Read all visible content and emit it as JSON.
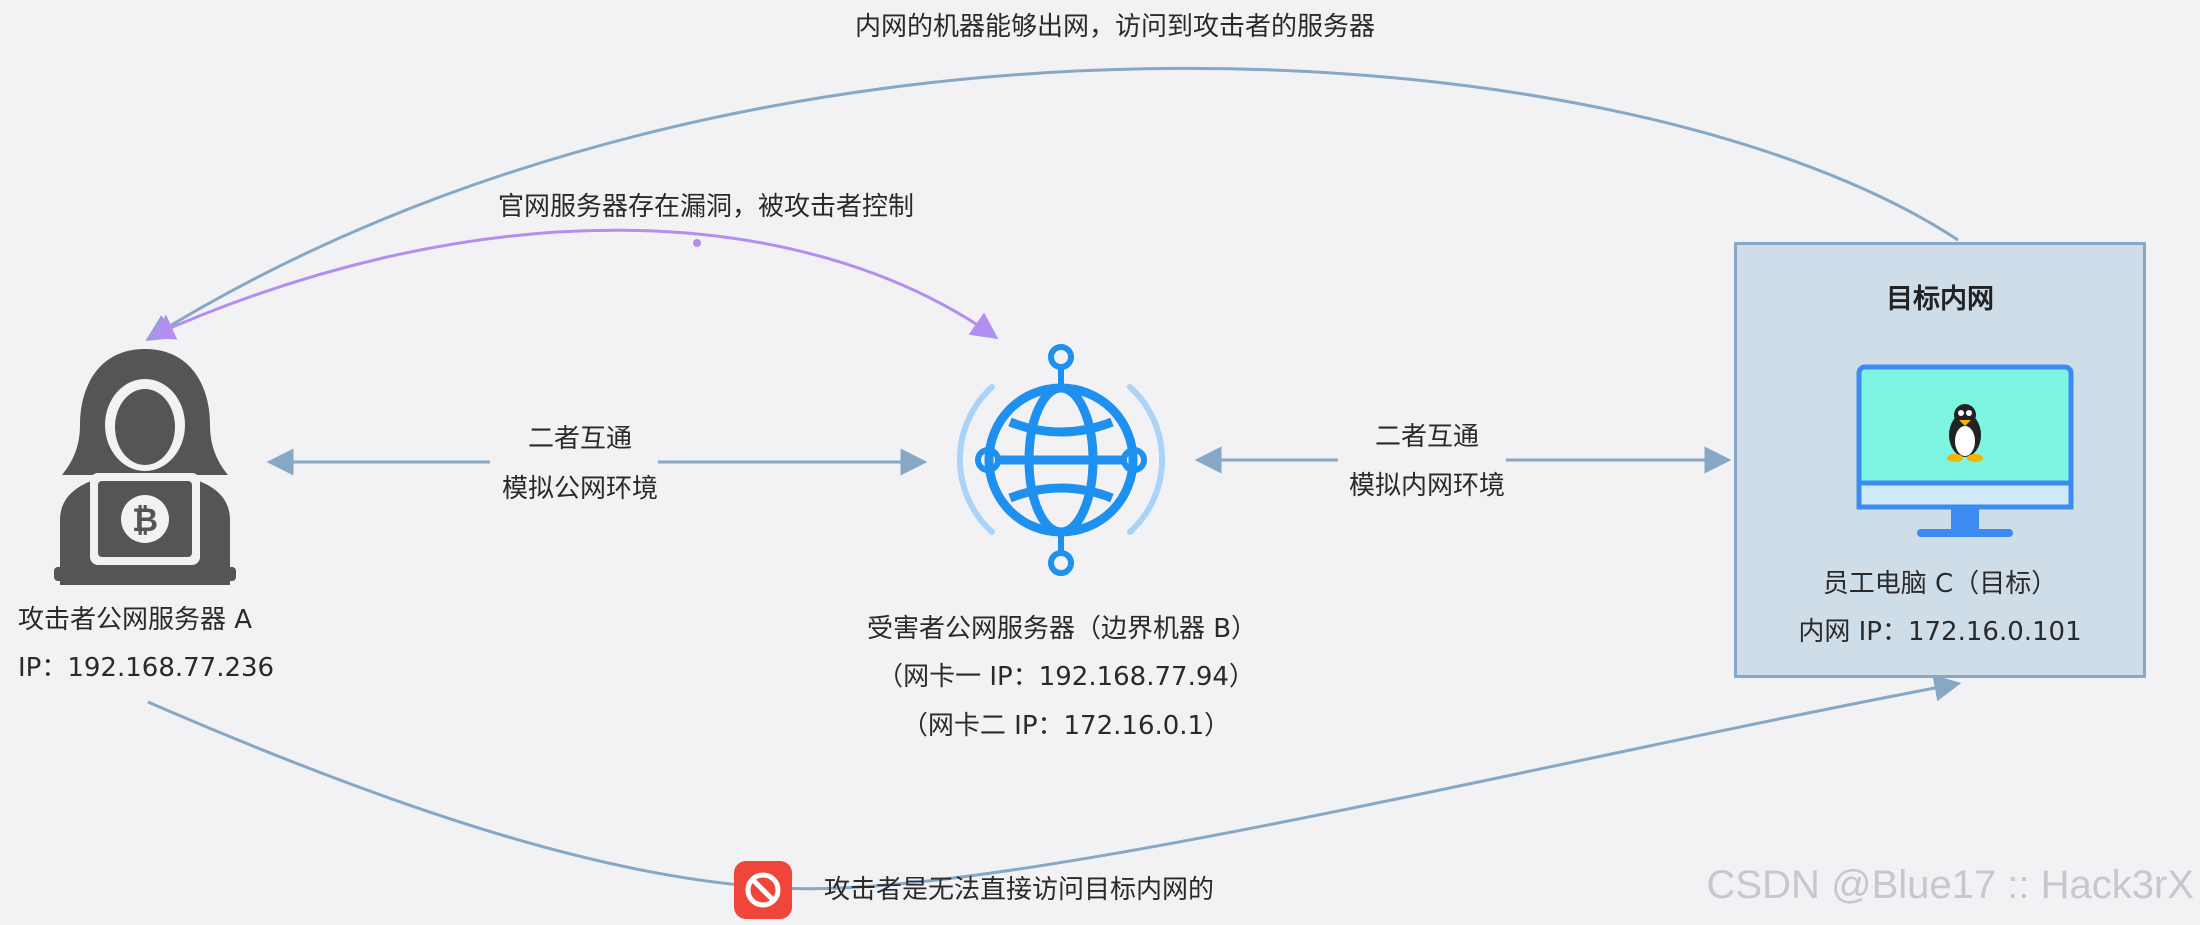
{
  "diagram": {
    "attacker": {
      "title": "攻击者公网服务器 A",
      "ip": "IP：192.168.77.236",
      "icon": "hacker-laptop-bitcoin-icon"
    },
    "victim": {
      "title": "受害者公网服务器（边界机器 B）",
      "nic1": "（网卡一 IP：192.168.77.94）",
      "nic2": "（网卡二 IP：172.16.0.1）",
      "icon": "globe-network-icon"
    },
    "target_network": {
      "title": "目标内网",
      "pc_title": "员工电脑 C（目标）",
      "pc_ip": "内网 IP：172.16.0.101",
      "icon": "linux-monitor-icon"
    },
    "edges": {
      "top_arc": "内网的机器能够出网，访问到攻击者的服务器",
      "mid_arc": "官网服务器存在漏洞，被攻击者控制",
      "left_link": {
        "line1": "二者互通",
        "line2": "模拟公网环境"
      },
      "right_link": {
        "line1": "二者互通",
        "line2": "模拟内网环境"
      },
      "bottom_arc": "攻击者是无法直接访问目标内网的"
    },
    "watermark": "CSDN @Blue17 :: Hack3rX",
    "colors": {
      "edge": "#86a8c6",
      "exploit_edge": "#b28ef0",
      "globe": "#1e90f0",
      "hacker": "#555555",
      "block": "#f0453a",
      "monitor_screen": "#7ef5e2"
    }
  }
}
